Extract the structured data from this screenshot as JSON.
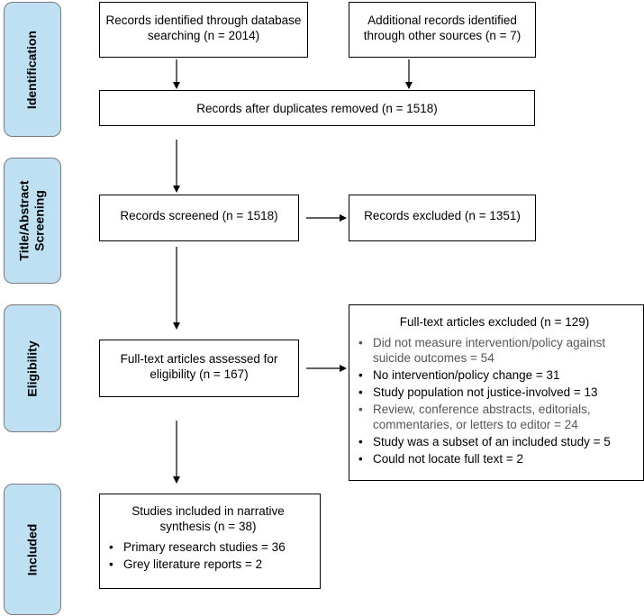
{
  "stages": {
    "identification": "Identification",
    "screening": "Title/Abstract\nScreening",
    "eligibility": "Eligibility",
    "included": "Included"
  },
  "boxes": {
    "database": "Records identified through database\nsearching (n = 2014)",
    "other_sources": "Additional records identified\nthrough other sources (n = 7)",
    "after_duplicates": "Records after duplicates removed (n = 1518)",
    "screened": "Records screened (n = 1518)",
    "excluded": "Records excluded (n = 1351)",
    "fulltext_assessed": "Full-text articles assessed for\neligibility (n = 167)",
    "fulltext_excluded": {
      "title": "Full-text articles excluded (n = 129)",
      "reasons": [
        "Did not measure intervention/policy against suicide outcomes = 54",
        "No intervention/policy change = 31",
        "Study population not justice-involved = 13",
        "Review, conference abstracts, editorials, commentaries, or letters to editor = 24",
        "Study was a subset of an included study = 5",
        "Could not locate full text = 2"
      ]
    },
    "included": {
      "title": "Studies included in narrative\nsynthesis (n = 38)",
      "items": [
        "Primary research studies = 36",
        "Grey literature reports = 2"
      ]
    }
  }
}
